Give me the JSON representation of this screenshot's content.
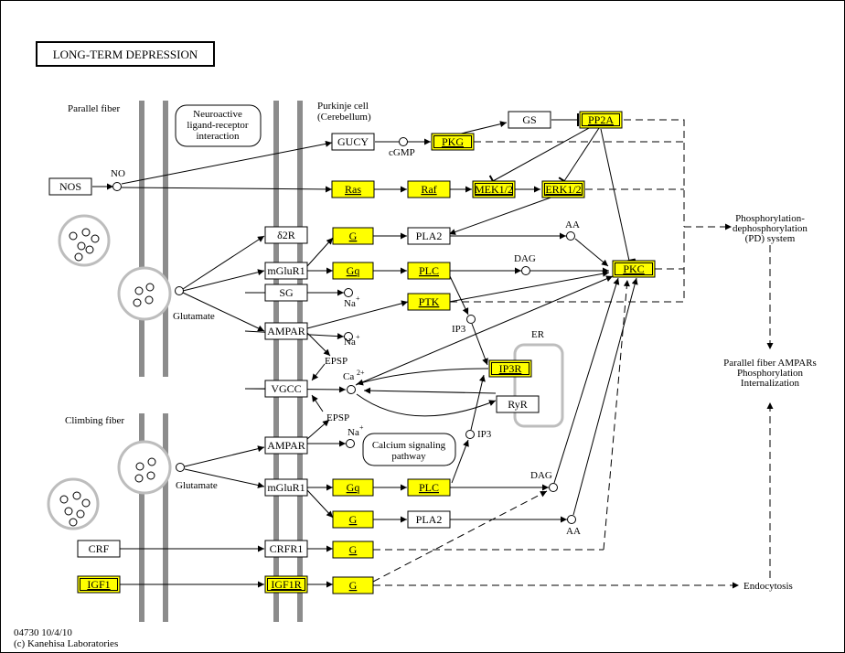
{
  "title": "LONG-TERM DEPRESSION",
  "footer": {
    "id_date": "04730 10/4/10",
    "copyright": "(c) Kanehisa Laboratories"
  },
  "labels": {
    "parallel_fiber": "Parallel fiber",
    "purkinje_1": "Purkinje cell",
    "purkinje_2": "(Cerebellum)",
    "neuro_1": "Neuroactive",
    "neuro_2": "ligand-receptor",
    "neuro_3": "interaction",
    "climbing_fiber": "Climbing fiber",
    "no": "NO",
    "cgmp": "cGMP",
    "glutamate_1": "Glutamate",
    "glutamate_2": "Glutamate",
    "na_1": "Na",
    "na_2": "Na",
    "na_3": "Na",
    "plus": "+",
    "epsp_1": "EPSP",
    "epsp_2": "EPSP",
    "ca": "Ca",
    "ca_sup": "2+",
    "ip3_1": "IP3",
    "ip3_2": "IP3",
    "er": "ER",
    "aa_1": "AA",
    "aa_2": "AA",
    "dag_1": "DAG",
    "dag_2": "DAG",
    "calcium_1": "Calcium signaling",
    "calcium_2": "pathway",
    "pd_1": "Phosphorylation-",
    "pd_2": "dephosphorylation",
    "pd_3": "(PD) system",
    "pf_1": "Parallel fiber AMPARs",
    "pf_2": "Phosphorylation",
    "pf_3": "Internalization",
    "endocytosis": "Endocytosis"
  },
  "nodes": {
    "nos": "NOS",
    "gucy": "GUCY",
    "gs": "GS",
    "pp2a": "PP2A",
    "pkg": "PKG",
    "ras": "Ras",
    "raf": "Raf",
    "mek": "MEK1/2",
    "erk": "ERK1/2",
    "d2r": "δ2R",
    "g1": "G",
    "pla2_1": "PLA2",
    "mglur1_1": "mGluR1",
    "gq1": "Gq",
    "plc1": "PLC",
    "pkc": "PKC",
    "sg": "SG",
    "ptk": "PTK",
    "ampar1": "AMPAR",
    "ip3r": "IP3R",
    "vgcc": "VGCC",
    "ryr": "RyR",
    "ampar2": "AMPAR",
    "mglur1_2": "mGluR1",
    "gq2": "Gq",
    "plc2": "PLC",
    "g2": "G",
    "pla2_2": "PLA2",
    "crf": "CRF",
    "crfr1": "CRFR1",
    "g3": "G",
    "igf1": "IGF1",
    "igf1r": "IGF1R",
    "g4": "G"
  },
  "colors": {
    "highlight": "#ffff00",
    "membrane": "#8c8c8c",
    "vesicle": "#bdbdbd"
  }
}
